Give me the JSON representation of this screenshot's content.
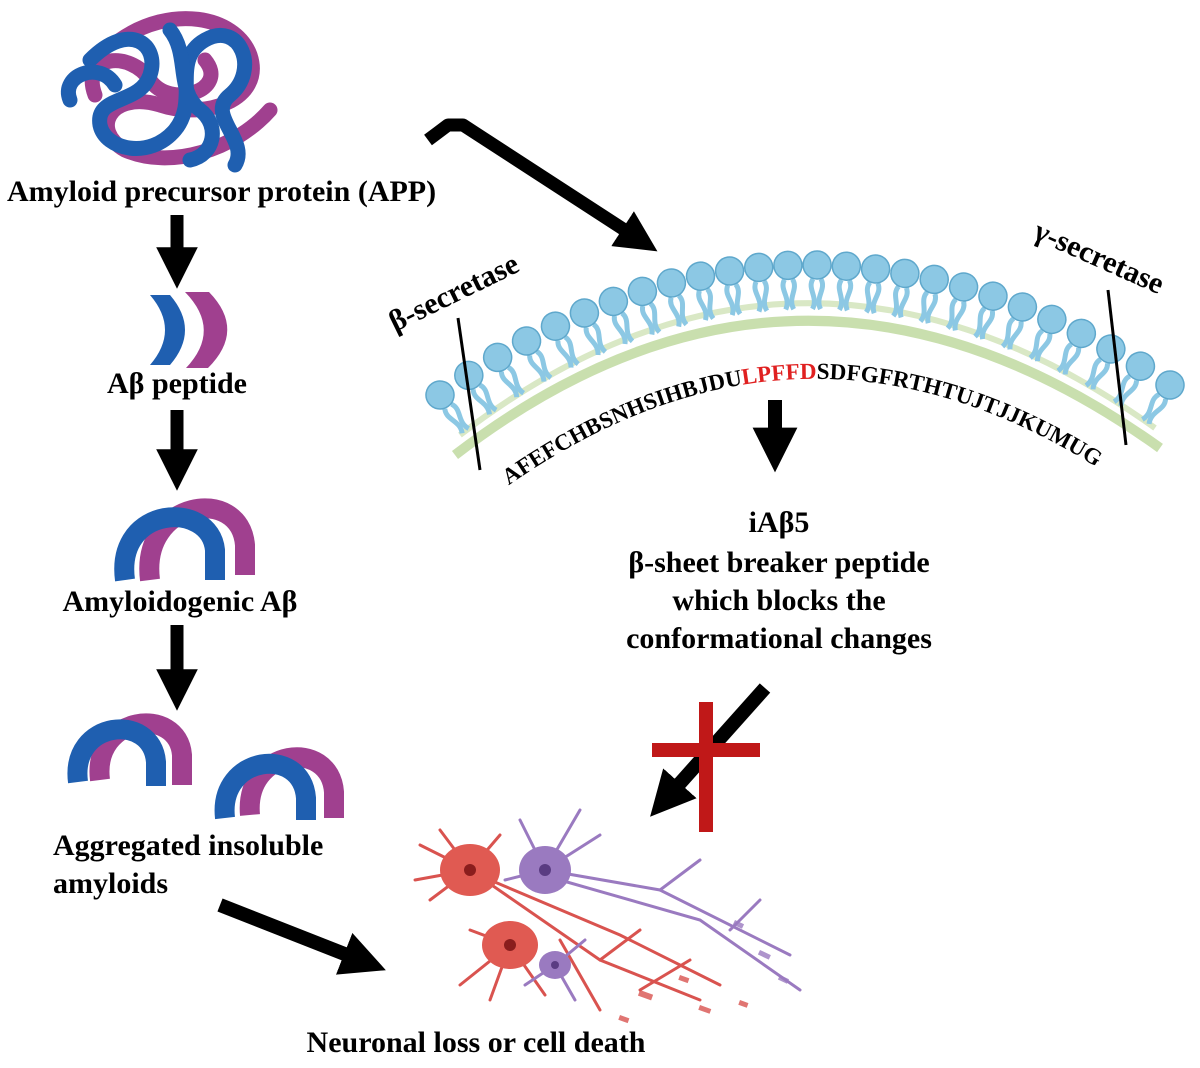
{
  "labels": {
    "app": "Amyloid precursor protein (APP)",
    "abeta_peptide": "Aβ peptide",
    "amyloidogenic": "Amyloidogenic Aβ",
    "aggregated_line1": "Aggregated insoluble",
    "aggregated_line2": "amyloids",
    "neuronal_loss": "Neuronal loss or cell death",
    "beta_secretase": "β-secretase",
    "gamma_secretase": "γ-secretase",
    "inhibitor_name": "iAβ5",
    "inhibitor_desc_line1": "β-sheet breaker peptide",
    "inhibitor_desc_line2": "which blocks the",
    "inhibitor_desc_line3": "conformational changes"
  },
  "sequence": {
    "before": "AFEFCHBSNHSIHBJDU",
    "highlight": "LPFFD",
    "after": "SDFGFRTHTUJTJJKUMUG"
  },
  "colors": {
    "protein_blue": "#1f5fb0",
    "protein_purple": "#a0408f",
    "lipid_head": "#8cc8e4",
    "membrane_band": "#c9dfae",
    "highlight_red": "#e02020",
    "cross_red": "#c01818",
    "neuron_red": "#d9534f",
    "neuron_purple": "#9a7ac0"
  }
}
